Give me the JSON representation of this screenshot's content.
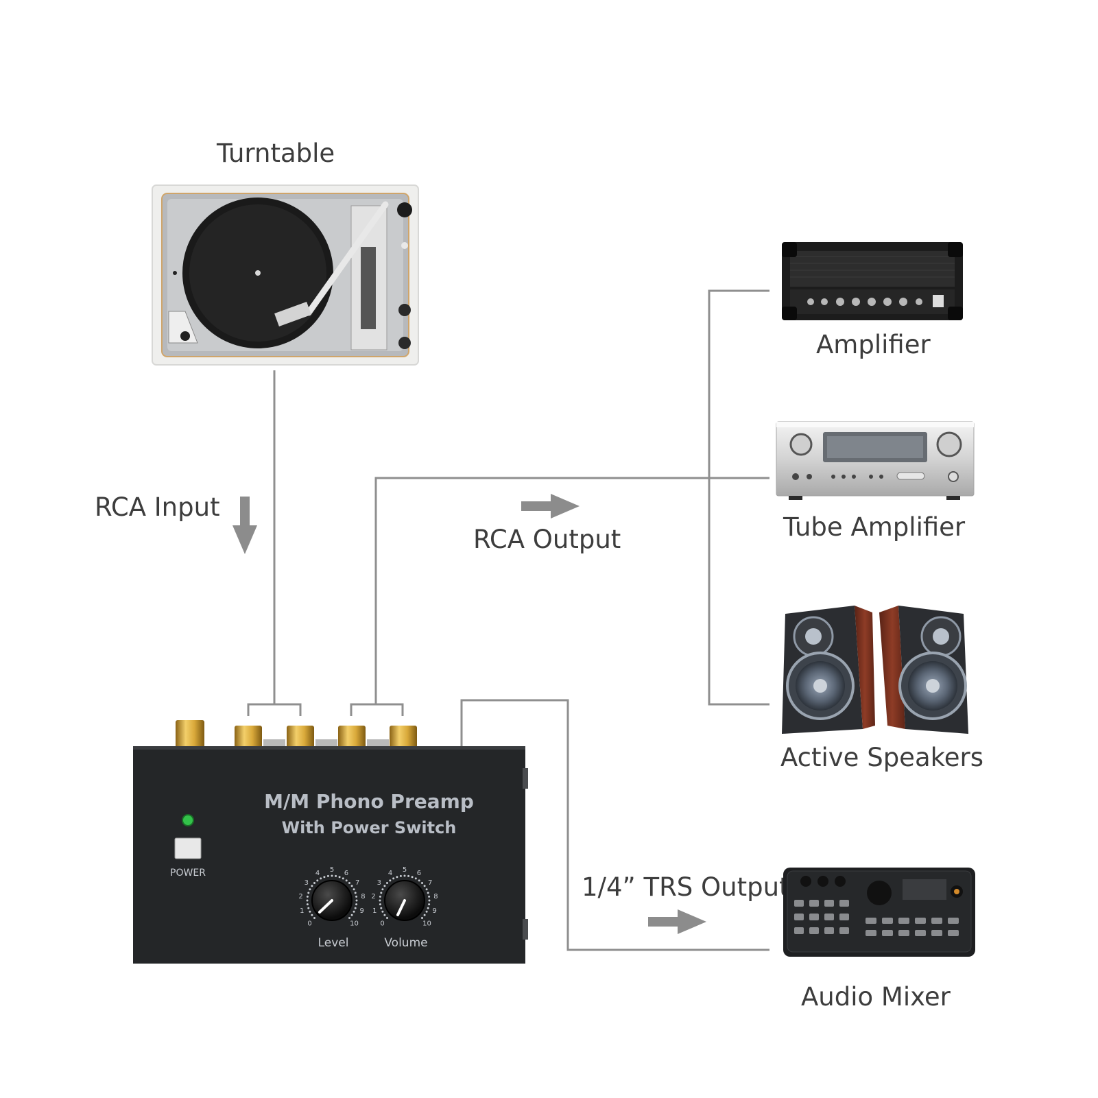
{
  "devices": {
    "turntable": "Turntable",
    "amplifier": "Amplifier",
    "tube_amplifier": "Tube Amplifier",
    "active_speakers": "Active Speakers",
    "audio_mixer": "Audio Mixer"
  },
  "connections": {
    "rca_input": "RCA Input",
    "rca_output": "RCA Output",
    "trs_output": "1/4” TRS Output"
  },
  "preamp": {
    "title_line1": "M/M Phono Preamp",
    "title_line2": "With Power Switch",
    "power_label": "POWER",
    "level_label": "Level",
    "volume_label": "Volume",
    "dial_scale": [
      "0",
      "1",
      "2",
      "3",
      "4",
      "5",
      "6",
      "7",
      "8",
      "9",
      "10"
    ]
  },
  "colors": {
    "wire": "#8f8f8f",
    "arrow": "#8c8c8c",
    "preamp_body": "#242628",
    "gold": "#c99a2e",
    "power_led": "#33c24a"
  }
}
